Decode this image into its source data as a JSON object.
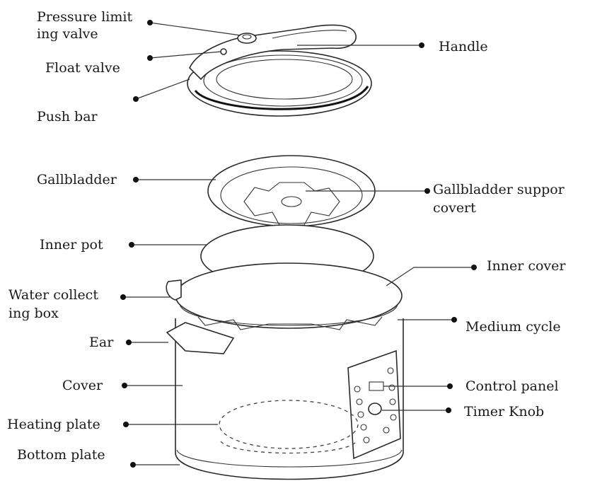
{
  "diagram": {
    "labels": {
      "pressure_limiting_valve_line1": "Pressure limit",
      "pressure_limiting_valve_line2": "ing valve",
      "float_valve": "Float valve",
      "push_bar": "Push bar",
      "handle": "Handle",
      "gallbladder": "Gallbladder",
      "gallbladder_support_line1": "Gallbladder suppor",
      "gallbladder_support_line2": "covert",
      "inner_pot": "Inner pot",
      "inner_cover": "Inner cover",
      "water_collecting_box_line1": "Water collect",
      "water_collecting_box_line2": "ing box",
      "medium_cycle": "Medium cycle",
      "ear": "Ear",
      "control_panel": "Control panel",
      "cover": "Cover",
      "timer_knob": "Timer Knob",
      "heating_plate": "Heating plate",
      "bottom_plate": "Bottom plate"
    }
  }
}
